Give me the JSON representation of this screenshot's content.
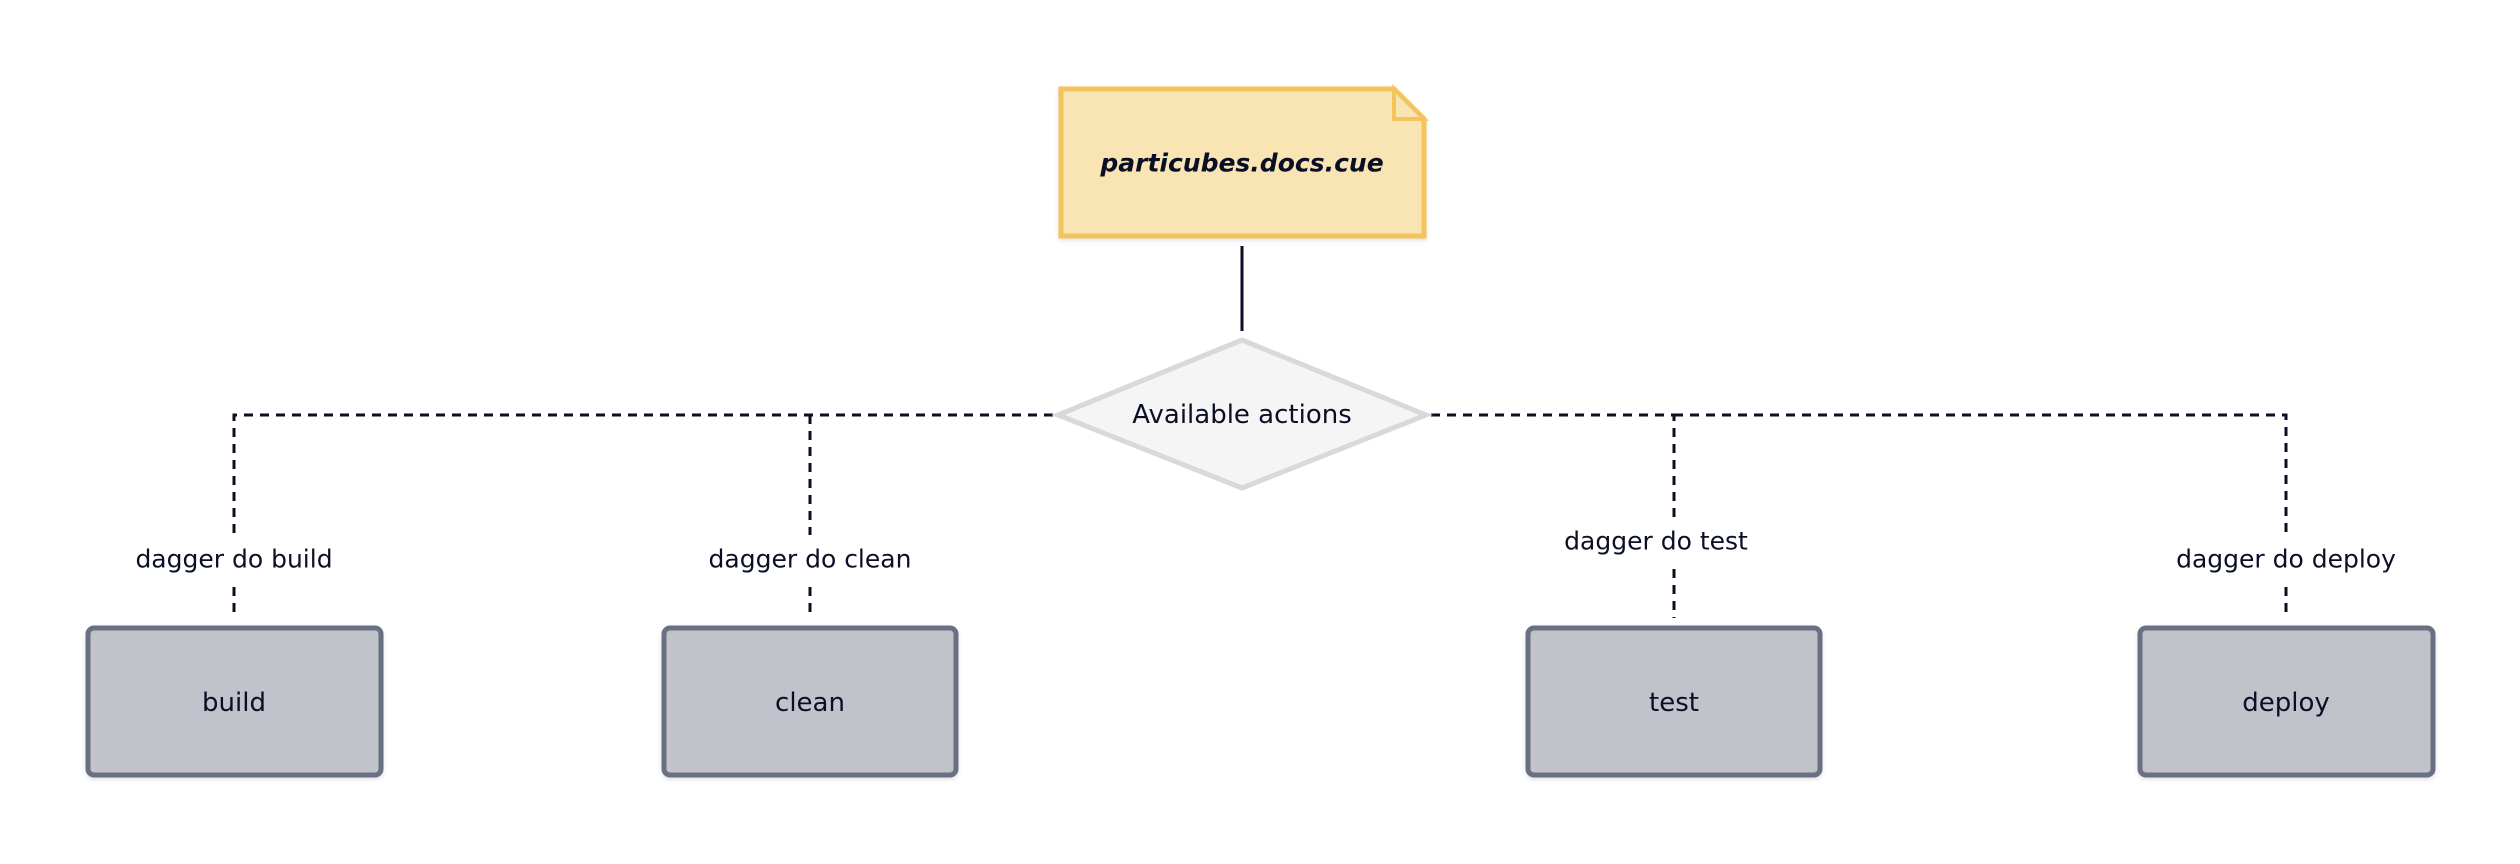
{
  "source_file": {
    "label": "particubes.docs.cue",
    "icon": "file-icon",
    "fill_color": "#f9e5b4",
    "border_color": "#f3c35c"
  },
  "decision": {
    "label": "Available actions",
    "fill_color": "#f5f5f5",
    "border_color": "#d9d9d9"
  },
  "actions": [
    {
      "label": "build",
      "command": "dagger do build"
    },
    {
      "label": "clean",
      "command": "dagger do clean"
    },
    {
      "label": "test",
      "command": "dagger do test"
    },
    {
      "label": "deploy",
      "command": "dagger do deploy"
    }
  ],
  "action_style": {
    "fill_color": "#c0c3c9",
    "border_color": "#6b7084"
  }
}
